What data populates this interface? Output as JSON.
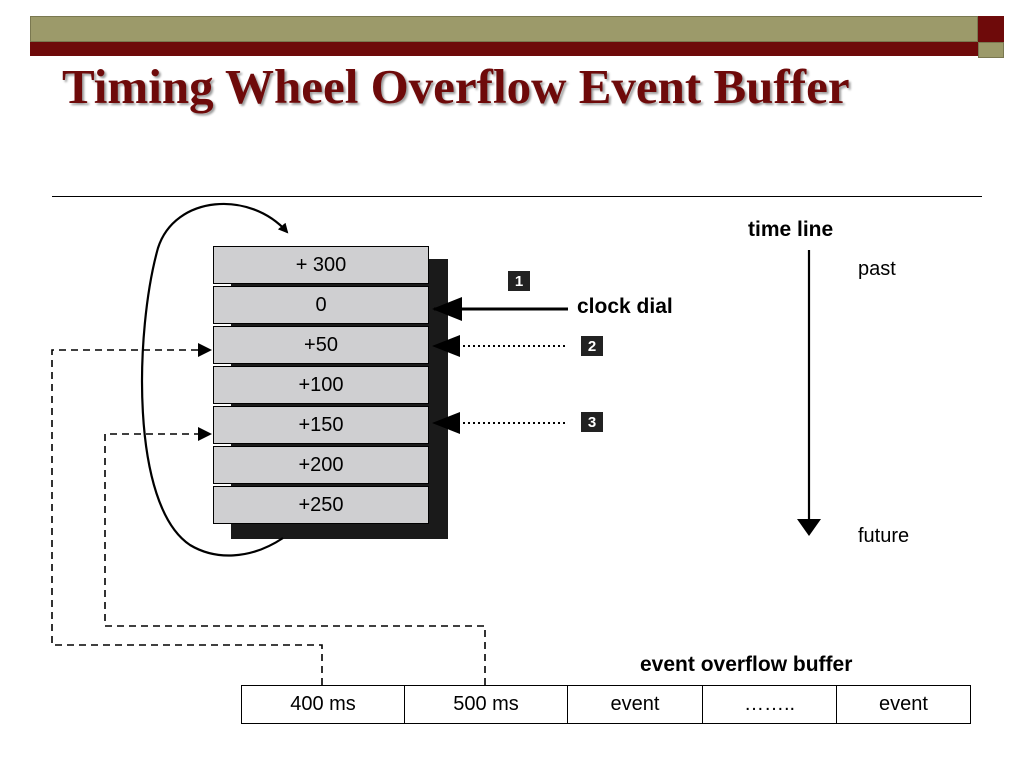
{
  "slide": {
    "title": "Timing Wheel Overflow Event Buffer"
  },
  "wheel": {
    "slots": [
      "+ 300",
      "0",
      "+50",
      "+100",
      "+150",
      "+200",
      "+250"
    ]
  },
  "labels": {
    "clock_dial": "clock dial",
    "time_line": "time line",
    "past": "past",
    "future": "future",
    "buffer_title": "event overflow buffer"
  },
  "markers": [
    "1",
    "2",
    "3"
  ],
  "buffer": {
    "cells": [
      "400 ms",
      "500 ms",
      "event",
      "……..",
      "event"
    ]
  }
}
